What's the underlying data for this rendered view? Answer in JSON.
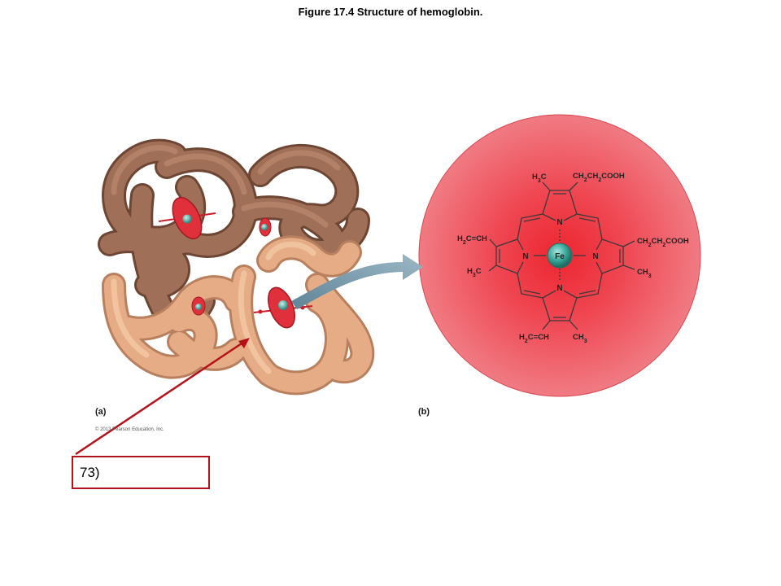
{
  "title": "Figure 17.4  Structure of hemoglobin.",
  "panel_a_label": "(a)",
  "panel_b_label": "(b)",
  "copyright": "© 2013 Pearson Education, Inc.",
  "question_label": "73)",
  "heme": {
    "center_atom": "Fe",
    "nitrogens": [
      "N",
      "N",
      "N",
      "N"
    ],
    "substituents": {
      "top_left": "H3C",
      "top_right": "CH2CH2COOH",
      "left_upper": "H2C=CH",
      "left_lower": "H3C",
      "right_upper": "CH2CH2COOH",
      "right_lower": "CH3",
      "bottom_left": "H2C=CH",
      "bottom_right": "CH3"
    }
  },
  "colors": {
    "alpha_chain": "#9c6a52",
    "beta_chain": "#e0a47c",
    "heme_disk": "#e0303c",
    "iron": "#3aa89a",
    "arrow": "#7f9fb2",
    "pointer_line": "#b3121b",
    "circle_fill": "#e85a64"
  }
}
